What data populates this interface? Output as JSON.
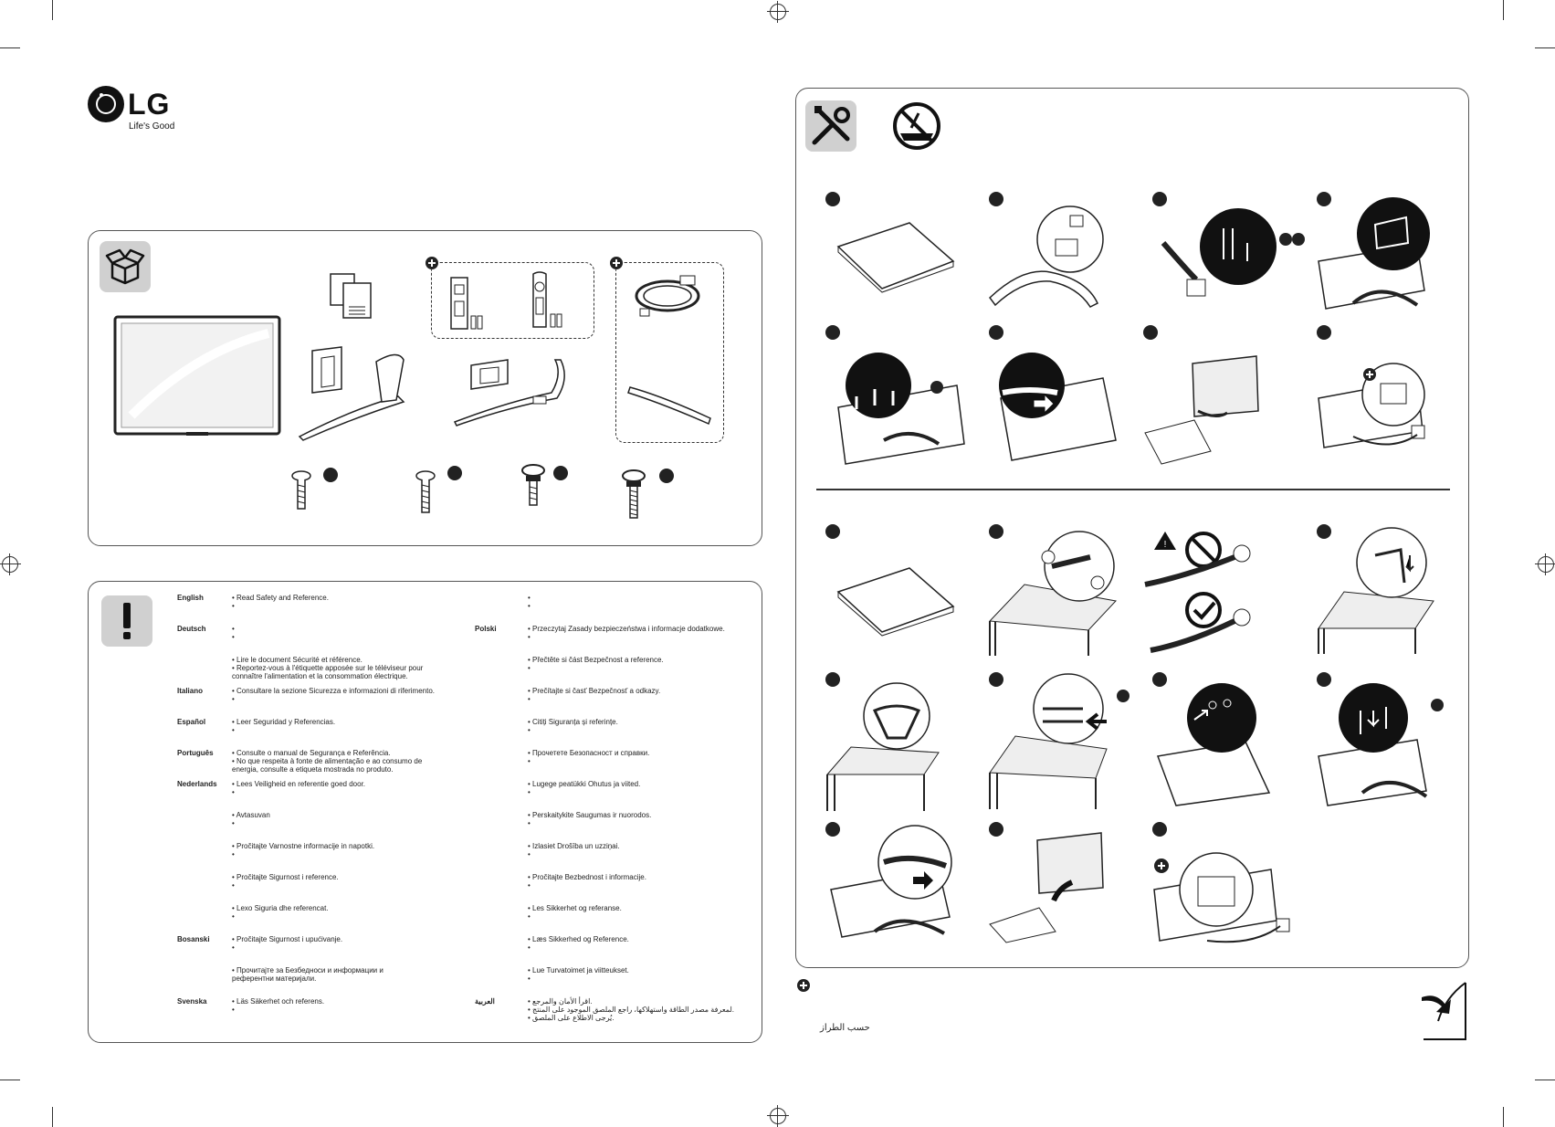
{
  "brand": {
    "logo_text": "LG",
    "tagline": "Life's Good"
  },
  "manual": {
    "languages_left": [
      {
        "lang": "English",
        "lines": [
          "• Read Safety and Reference.",
          "•"
        ]
      },
      {
        "lang": "Deutsch",
        "lines": [
          "•",
          "•"
        ]
      },
      {
        "lang": "",
        "lines": [
          "• Lire le document Sécurité et référence.",
          "• Reportez-vous à l'étiquette apposée sur le téléviseur pour",
          "  connaître l'alimentation et la consommation électrique."
        ]
      },
      {
        "lang": "Italiano",
        "lines": [
          "• Consultare la sezione Sicurezza e informazioni di riferimento.",
          "•"
        ]
      },
      {
        "lang": "Español",
        "lines": [
          "• Leer Seguridad y Referencias.",
          "•"
        ]
      },
      {
        "lang": "Português",
        "lines": [
          "• Consulte o manual de Segurança e Referência.",
          "• No que respeita à fonte de alimentação e ao consumo de",
          "  energia, consulte a etiqueta mostrada no produto."
        ]
      },
      {
        "lang": "Nederlands",
        "lines": [
          "• Lees Veiligheid en referentie goed door.",
          "•"
        ]
      },
      {
        "lang": "",
        "lines": [
          "• Avtasuvan",
          "•"
        ]
      },
      {
        "lang": "",
        "lines": [
          "• Pročitajte Varnostne informacije in napotki.",
          "•"
        ]
      },
      {
        "lang": "",
        "lines": [
          "• Pročitajte Sigurnost i reference.",
          "•"
        ]
      },
      {
        "lang": "",
        "lines": [
          "• Lexo Siguria dhe referencat.",
          "•"
        ]
      },
      {
        "lang": "Bosanski",
        "lines": [
          "• Pročitajte Sigurnost i upućivanje.",
          "•"
        ]
      },
      {
        "lang": "",
        "lines": [
          "• Прочитајте за Безбедноси и информации и",
          "  референтни материјали."
        ]
      },
      {
        "lang": "Svenska",
        "lines": [
          "• Läs Säkerhet och referens.",
          "•"
        ]
      }
    ],
    "languages_right": [
      {
        "lang": "",
        "lines": [
          "•",
          "•"
        ]
      },
      {
        "lang": "Polski",
        "lines": [
          "• Przeczytaj Zasady bezpieczeństwa i informacje dodatkowe.",
          "•"
        ]
      },
      {
        "lang": "",
        "lines": [
          "• Přečtěte si část Bezpečnost a reference.",
          "•"
        ]
      },
      {
        "lang": "",
        "lines": [
          "• Prečítajte si časť Bezpečnosť a odkazy.",
          "•"
        ]
      },
      {
        "lang": "",
        "lines": [
          "• Citiți Siguranța și referințe.",
          "•"
        ]
      },
      {
        "lang": "",
        "lines": [
          "• Прочетете Безопасност и справки.",
          "•"
        ]
      },
      {
        "lang": "",
        "lines": [
          "• Lugege peatükki Ohutus ja viited.",
          "•"
        ]
      },
      {
        "lang": "",
        "lines": [
          "• Perskaitykite Saugumas ir nuorodos.",
          "•"
        ]
      },
      {
        "lang": "",
        "lines": [
          "• Izlasiet Drošība un uzziņai.",
          "•"
        ]
      },
      {
        "lang": "",
        "lines": [
          "• Pročitajte Bezbednost i informacije.",
          "•"
        ]
      },
      {
        "lang": "",
        "lines": [
          "• Les Sikkerhet og referanse.",
          "•"
        ]
      },
      {
        "lang": "",
        "lines": [
          "• Læs Sikkerhed og Reference.",
          "•"
        ]
      },
      {
        "lang": "",
        "lines": [
          "• Lue Turvatoimet ja viitteukset.",
          "•"
        ]
      },
      {
        "lang": "العربية",
        "lines": [
          "• اقرأ الأمان والمرجع.",
          "• لمعرفة مصدر الطاقة واستهلاكها، راجع الملصق الموجود على المنتج.",
          "• يُرجى الاطلاع على الملصق."
        ]
      }
    ],
    "footer_arabic": "حسب الطراز"
  },
  "icons": {
    "box": "box-icon",
    "warning": "exclamation-icon",
    "tools": "tools-icon",
    "no_liquid": "no-liquid-icon",
    "plus": "plus-icon",
    "page_turn": "page-turn-icon"
  },
  "colors": {
    "badge_gray": "#d0d0d0",
    "ink": "#222222",
    "screen": "#f2f2f2"
  }
}
